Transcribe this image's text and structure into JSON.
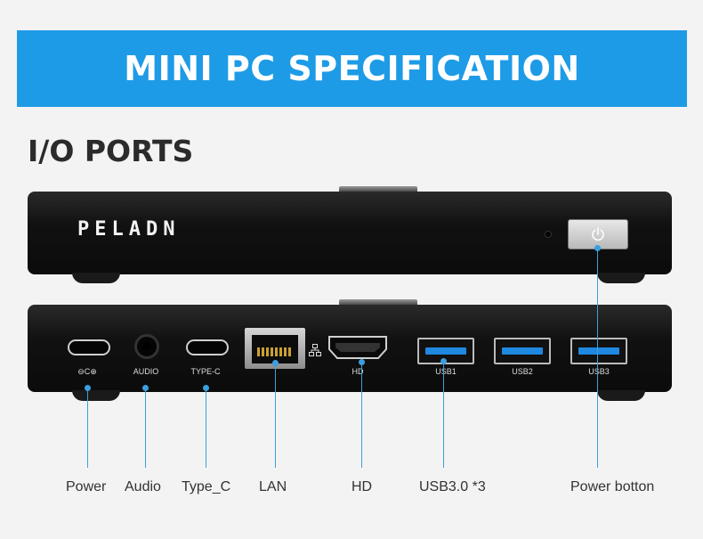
{
  "banner": {
    "title": "MINI PC SPECIFICATION"
  },
  "section": {
    "title": "I/O PORTS"
  },
  "front_panel": {
    "brand": "PELADN"
  },
  "back_panel": {
    "ports": [
      {
        "label": "⊖C⊕"
      },
      {
        "label": "AUDIO"
      },
      {
        "label": "TYPE-C"
      },
      {
        "label": "HD"
      },
      {
        "label": "USB1"
      },
      {
        "label": "USB2"
      },
      {
        "label": "USB3"
      }
    ]
  },
  "captions": {
    "power": "Power",
    "audio": "Audio",
    "type_c": "Type_C",
    "lan": "LAN",
    "hd": "HD",
    "usb": "USB3.0 *3",
    "power_button": "Power botton"
  },
  "colors": {
    "banner": "#1e9be6",
    "callout": "#3a9fe0",
    "usb_accent": "#1f88e0"
  }
}
